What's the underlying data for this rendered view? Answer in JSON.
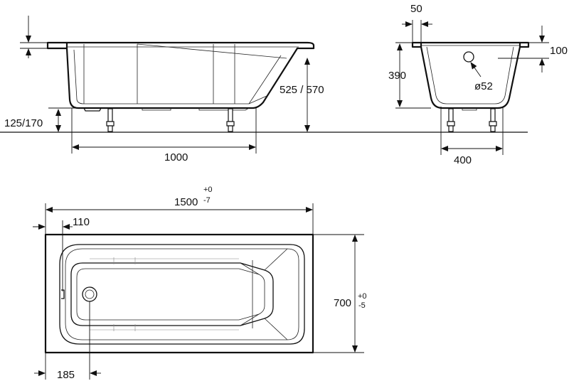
{
  "labels": {
    "side_rim_offset": "125/170",
    "side_height": "525 / 570",
    "side_length": "1000",
    "end_rim_width": "50",
    "end_rim_height": "100",
    "end_depth": "390",
    "end_drain_dia": "ø52",
    "end_width": "400",
    "top_length_main": "1500",
    "top_length_tol_plus": "+0",
    "top_length_tol_minus": "-7",
    "top_overflow_offset": "110",
    "top_width_main": "700",
    "top_width_tol_plus": "+0",
    "top_width_tol_minus": "-5",
    "top_drain_offset": "185"
  },
  "colors": {
    "line": "#111111",
    "background": "#ffffff"
  }
}
